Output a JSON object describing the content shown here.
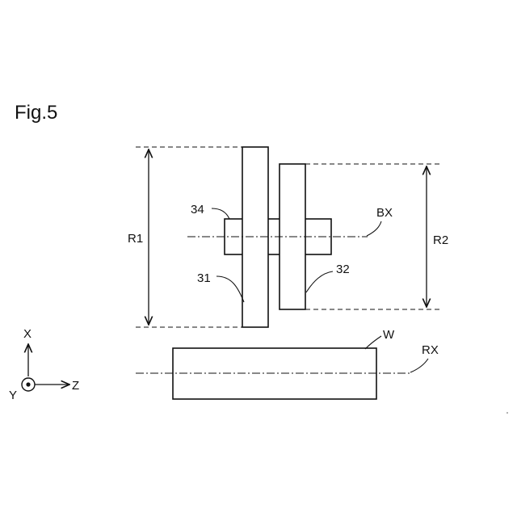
{
  "figure": {
    "title": "Fig.5",
    "labels": {
      "r1": "R1",
      "r2": "R2",
      "part34": "34",
      "part31": "31",
      "part32": "32",
      "bx": "BX",
      "w": "W",
      "rx": "RX"
    },
    "coord": {
      "x": "X",
      "y": "Y",
      "z": "Z"
    }
  }
}
